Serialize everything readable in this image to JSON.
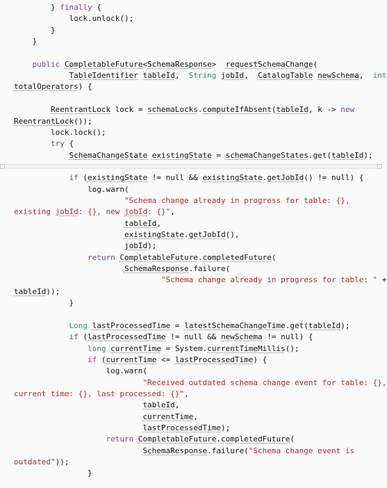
{
  "lines": [
    [
      "        } ",
      "kw:finally",
      " {"
    ],
    [
      "            lock.unlock();"
    ],
    [
      "        }"
    ],
    [
      "    }"
    ],
    [
      ""
    ],
    [
      "    ",
      "kw:public",
      " ",
      "u:CompletableFuture",
      "<",
      "u:SchemaResponse",
      ">  ",
      "u:requestSchemaChange",
      "("
    ],
    [
      "            ",
      "u:TableIdentifier",
      " ",
      "u:tableId",
      ",  ",
      "kw2:String",
      " ",
      "u:jobId",
      ",  ",
      "u:CatalogTable",
      " ",
      "u:newSchema",
      ",  ",
      "kw2:int"
    ],
    [
      "u:totalOperators",
      ") {"
    ],
    [
      ""
    ],
    [
      "        ",
      "u:ReentrantLock",
      " lock = ",
      "u:schemaLocks",
      ".",
      "u:computeIfAbsent",
      "(",
      "u:tableId",
      ", k -> ",
      "kw:new"
    ],
    [
      "u:ReentrantLock",
      "());"
    ],
    [
      "        lock.lock();"
    ],
    [
      "        ",
      "kw:try",
      " {"
    ],
    [
      "            ",
      "u:SchemaChangeState",
      " ",
      "u:existingState",
      " = ",
      "u:schemaChangeStates",
      ".get(",
      "u:tableId",
      ");"
    ],
    [
      ""
    ],
    [
      "            ",
      "kw:if",
      " (",
      "u:existingState",
      " != null && ",
      "u:existingState",
      ".",
      "u:getJobId",
      "() != null) {"
    ],
    [
      "                log.warn("
    ],
    [
      "                        ",
      "str:\"Schema change already in progress for table: {},"
    ],
    [
      "str:existing ",
      "str:jobId",
      "str:: {}, new ",
      "str:jobId",
      "str:: {}\"",
      ","
    ],
    [
      "                        ",
      "u:tableId",
      ","
    ],
    [
      "                        ",
      "u:existingState",
      ".",
      "u:getJobId",
      "(),"
    ],
    [
      "                        ",
      "u:jobId",
      ");"
    ],
    [
      "                ",
      "kw:return",
      " ",
      "u:CompletableFuture",
      ".",
      "u:completedFuture",
      "("
    ],
    [
      "                        ",
      "u:SchemaResponse",
      ".failure("
    ],
    [
      "                                ",
      "str:\"Schema change already in progress for table: \"",
      " +"
    ],
    [
      "u:tableId",
      "));"
    ],
    [
      "            }"
    ],
    [
      ""
    ],
    [
      "            ",
      "kw2:Long",
      " ",
      "u:lastProcessedTime",
      " = ",
      "u:latestSchemaChangeTime",
      ".get(",
      "u:tableId",
      ");"
    ],
    [
      "            ",
      "kw:if",
      " (",
      "u:lastProcessedTime",
      " != null && ",
      "u:newSchema",
      " != null) {"
    ],
    [
      "                ",
      "kw2:long",
      " ",
      "u:currentTime",
      " = System.",
      "u:currentTimeMillis",
      "();"
    ],
    [
      "                ",
      "kw:if",
      " (",
      "u:currentTime",
      " <= ",
      "u:lastProcessedTime",
      ") {"
    ],
    [
      "                    log.warn("
    ],
    [
      "                            ",
      "str:\"Received outdated schema change event for table: {},"
    ],
    [
      "str:current time: {}, last processed: {}\"",
      ","
    ],
    [
      "                            ",
      "u:tableId",
      ","
    ],
    [
      "                            ",
      "u:currentTime",
      ","
    ],
    [
      "                            ",
      "u:lastProcessedTime",
      ");"
    ],
    [
      "                    ",
      "kw:return",
      " ",
      "u:CompletableFuture",
      ".",
      "u:completedFuture",
      "("
    ],
    [
      "                            ",
      "u:SchemaResponse",
      ".failure(",
      "str:\"Schema change event is"
    ],
    [
      "str:outdated\"",
      "));"
    ],
    [
      "                }"
    ]
  ]
}
